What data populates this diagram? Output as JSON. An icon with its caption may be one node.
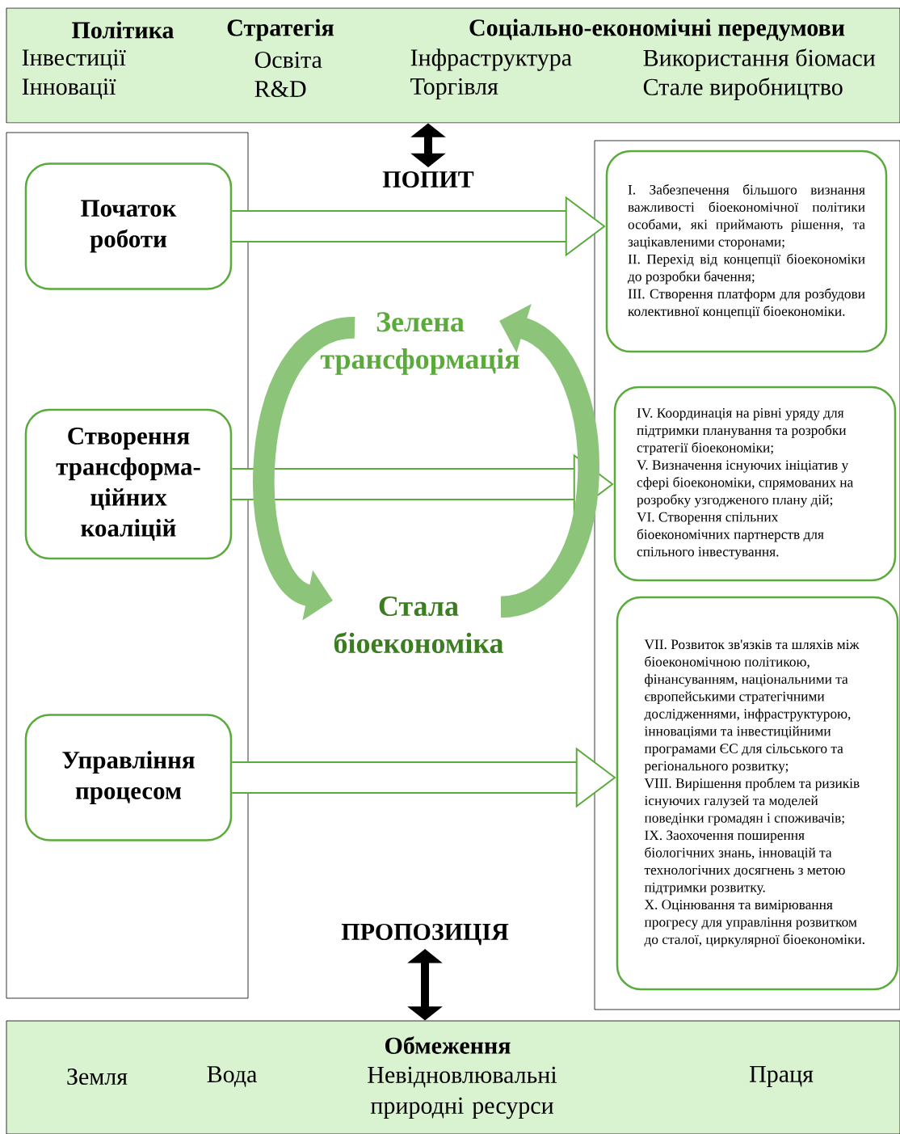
{
  "diagram": {
    "nodes": [
      {
        "text": [
          "Політика",
          "Стратегія",
          "Соціально-економічні передумови",
          "Інвестиції",
          "Освіта",
          "Інфраструктура",
          "Використання біомаси",
          "Інновації",
          "R&D",
          "Торгівля",
          "Стале виробництво"
        ]
      },
      {
        "text": [
          "ПОПИТ"
        ]
      },
      {
        "text": [],
        "shape": "box"
      },
      {
        "text": [
          "Початок роботи"
        ],
        "in": 2
      },
      {
        "text": [
          "Створення трансформа- ційних коаліцій"
        ],
        "in": 2
      },
      {
        "text": [
          "Управління процесом"
        ],
        "in": 2
      },
      {
        "text": [
          "Зелена трансформація"
        ]
      },
      {
        "text": [
          "Стала біоекономіка"
        ]
      },
      {
        "text": [],
        "shape": "box"
      },
      {
        "text": [
          "I. Забезпечення більшого визнання важливості біоекономічної політики особами, які приймають рішення, та зацікавленими сторонами;",
          "II. Перехід від концепції біоекономіки до розробки бачення;",
          "III. Створення платформ для розбудови колективної концепції біоекономіки."
        ],
        "in": 8
      },
      {
        "text": [
          "IV. Координація на рівні уряду для підтримки планування та розробки стратегії біоекономіки;",
          "V. Визначення існуючих ініціатив у сфері біоекономіки, спрямованих на розробку узгодженого плану дій;",
          "VI. Створення спільних біоекономічних партнерств для спільного інвестування."
        ],
        "in": 8
      },
      {
        "text": [
          "VII. Розвиток зв'язків та шляхів між біоекономічною політикою, фінансуванням, національними та європейськими стратегічними дослідженнями, інфраструктурою, інноваціями та інвестиційними програмами ЄС для сільського та регіонального розвитку;",
          "VIII. Вирішення проблем та ризиків існуючих галузей та моделей поведінки громадян і споживачів;",
          "IX. Заохочення поширення біологічних знань, інновацій та технологічних досягнень з метою підтримки розвитку.",
          "X. Оцінювання та вимірювання прогресу для управління розвитком до сталої, циркулярної біоекономіки."
        ],
        "in": 8
      },
      {
        "text": [
          "ПРОПОЗИЦІЯ"
        ]
      },
      {
        "text": [
          "Обмеження",
          "Земля",
          "Вода",
          "Невідновлювальні природні ресурси",
          "Праця"
        ]
      }
    ],
    "edges": [
      {
        "from": 0,
        "to": 1,
        "arrow": "both",
        "color": "#000000"
      },
      {
        "from": 3,
        "to": 9,
        "arrow": "to"
      },
      {
        "from": 4,
        "to": 10,
        "arrow": "to"
      },
      {
        "from": 5,
        "to": 11,
        "arrow": "to"
      },
      {
        "from": 6,
        "to": 7,
        "arrow": "to"
      },
      {
        "from": 7,
        "to": 6,
        "arrow": "to"
      },
      {
        "from": 12,
        "to": 13,
        "arrow": "both",
        "color": "#000000"
      }
    ]
  }
}
